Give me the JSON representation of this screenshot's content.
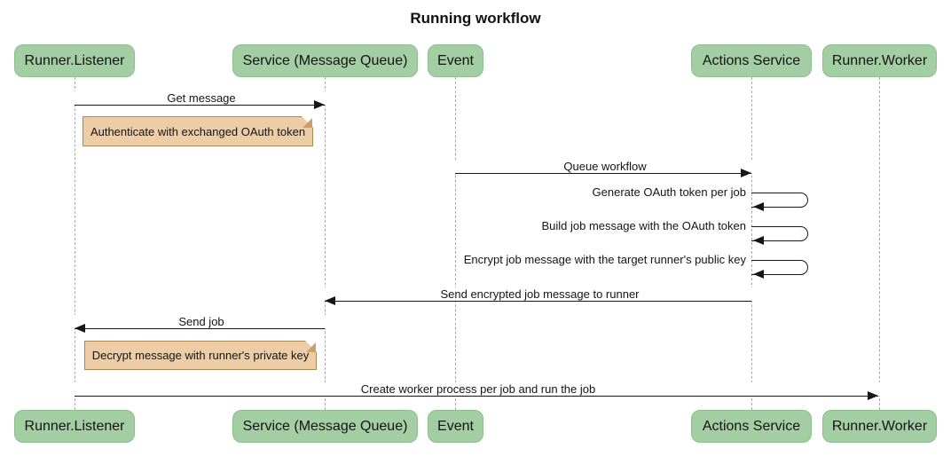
{
  "title": "Running workflow",
  "colors": {
    "actor_fill": "#a3cea3",
    "actor_border": "#8dbe8d",
    "note_fill": "#eecda6",
    "note_border": "#aa8853",
    "lifeline": "#a9a9a9",
    "arrow": "#161616",
    "background": "#ffffff"
  },
  "actors": [
    {
      "label": "Runner.Listener"
    },
    {
      "label": "Service (Message Queue)"
    },
    {
      "label": "Event"
    },
    {
      "label": "Actions Service"
    },
    {
      "label": "Runner.Worker"
    }
  ],
  "messages": [
    {
      "label": "Get message",
      "from": "Runner.Listener",
      "to": "Service (Message Queue)",
      "kind": "solid-arrow"
    },
    {
      "label": "Queue workflow",
      "from": "Event",
      "to": "Actions Service",
      "kind": "solid-arrow"
    },
    {
      "label": "Generate OAuth token per job",
      "from": "Actions Service",
      "to": "Actions Service",
      "kind": "self-loop"
    },
    {
      "label": "Build job message with the OAuth token",
      "from": "Actions Service",
      "to": "Actions Service",
      "kind": "self-loop"
    },
    {
      "label": "Encrypt job message with the target runner's public key",
      "from": "Actions Service",
      "to": "Actions Service",
      "kind": "self-loop"
    },
    {
      "label": "Send encrypted job message to runner",
      "from": "Actions Service",
      "to": "Service (Message Queue)",
      "kind": "solid-arrow"
    },
    {
      "label": "Send job",
      "from": "Service (Message Queue)",
      "to": "Runner.Listener",
      "kind": "solid-arrow"
    },
    {
      "label": "Create worker process per job and run the job",
      "from": "Runner.Listener",
      "to": "Runner.Worker",
      "kind": "solid-arrow"
    }
  ],
  "notes": [
    {
      "text": "Authenticate with exchanged OAuth token",
      "over": "Runner.Listener, Service (Message Queue)"
    },
    {
      "text": "Decrypt message with runner's private key",
      "over": "Runner.Listener, Service (Message Queue)"
    }
  ]
}
